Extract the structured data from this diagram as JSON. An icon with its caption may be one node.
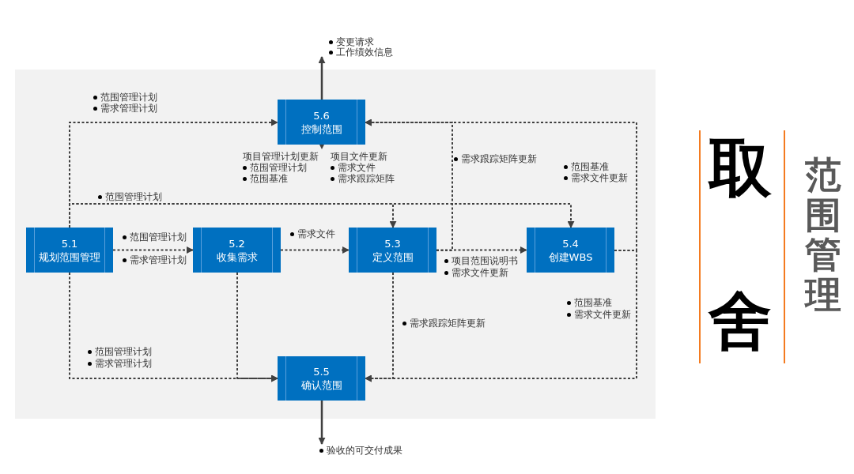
{
  "diagram": {
    "nodes": [
      {
        "text": [
          "5.1",
          "规划范围管理"
        ]
      },
      {
        "text": [
          "5.2",
          "收集需求"
        ]
      },
      {
        "text": [
          "5.3",
          "定义范围"
        ]
      },
      {
        "text": [
          "5.4",
          "创建WBS"
        ]
      },
      {
        "text": [
          "5.5",
          "确认范围"
        ]
      },
      {
        "text": [
          "5.6",
          "控制范围"
        ]
      },
      {
        "text": [
          "项目管理计划更新",
          "范围管理计划",
          "范围基准",
          "项目文件更新",
          "需求文件",
          "需求跟踪矩阵"
        ]
      },
      {
        "text": [
          "变更请求",
          "工作绩效信息"
        ]
      },
      {
        "text": [
          "验收的可交付成果"
        ]
      },
      {
        "text": [
          "范围管理计划",
          "需求管理计划"
        ]
      },
      {
        "text": [
          "需求跟踪矩阵更新"
        ]
      },
      {
        "text": [
          "范围基准",
          "需求文件更新"
        ]
      },
      {
        "text": [
          "范围管理计划"
        ]
      },
      {
        "text": [
          "范围管理计划"
        ]
      },
      {
        "text": [
          "需求管理计划"
        ]
      },
      {
        "text": [
          "需求文件"
        ]
      },
      {
        "text": [
          "项目范围说明书",
          "需求文件更新"
        ]
      },
      {
        "text": [
          "范围基准",
          "需求文件更新"
        ]
      },
      {
        "text": [
          "需求跟踪矩阵更新"
        ]
      },
      {
        "text": [
          "范围管理计划",
          "需求管理计划"
        ]
      }
    ],
    "edges": [
      {
        "from": 0,
        "to": 5,
        "arrow": "to",
        "style": "dashed"
      },
      {
        "from": 0,
        "to": 1,
        "arrow": "to",
        "style": "dashed"
      },
      {
        "from": 0,
        "to": 2,
        "arrow": "to",
        "style": "dashed"
      },
      {
        "from": 0,
        "to": 3,
        "arrow": "to",
        "style": "dashed"
      },
      {
        "from": 0,
        "to": 4,
        "arrow": "to",
        "style": "dashed"
      },
      {
        "from": 1,
        "to": 2,
        "arrow": "to",
        "style": "dashed"
      },
      {
        "from": 1,
        "to": 4,
        "arrow": "to",
        "style": "dashed"
      },
      {
        "from": 2,
        "to": 3,
        "arrow": "to",
        "style": "dashed"
      },
      {
        "from": 2,
        "to": 5,
        "arrow": "to",
        "style": "dashed"
      },
      {
        "from": 2,
        "to": 4,
        "arrow": "to",
        "style": "dashed"
      },
      {
        "from": 3,
        "to": 5,
        "arrow": "to",
        "style": "dashed"
      },
      {
        "from": 3,
        "to": 4,
        "arrow": "to",
        "style": "dashed"
      },
      {
        "from": 5,
        "to": 6,
        "arrow": "to",
        "style": "dashed"
      },
      {
        "from": 5,
        "to": 7,
        "arrow": "to"
      },
      {
        "from": 4,
        "to": 8,
        "arrow": "to"
      }
    ],
    "labels": [
      "取",
      "舍",
      "范围管理"
    ]
  }
}
